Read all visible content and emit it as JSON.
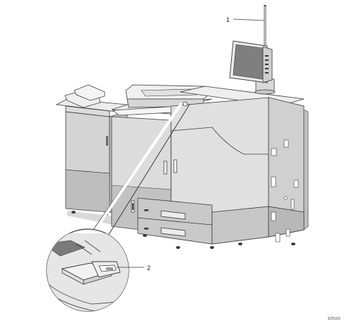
{
  "callouts": {
    "callout_1": "1",
    "callout_2": "2"
  },
  "figure_id": "ED5116",
  "colors": {
    "body_light": "#e4e4e4",
    "body_mid": "#cfcfcf",
    "body_dark": "#b5b5b5",
    "outline": "#3a3a3a",
    "panel_screen": "#7f7f7f",
    "background": "#ffffff"
  }
}
